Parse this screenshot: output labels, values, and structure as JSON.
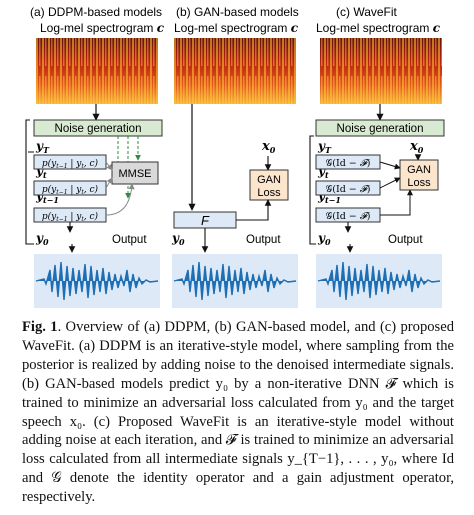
{
  "panels": [
    {
      "title": "(a) DDPM-based models",
      "spectrogram_label": "Log-mel spectrogram",
      "spectrogram_symbol": "c",
      "noise_label": "Noise generation",
      "states": [
        "y_T",
        "y_t",
        "y_{t−1}",
        "y_0"
      ],
      "steps": [
        "p(y_{t−1} | y_t, c)",
        "p(y_{t−1} | y_t, c)",
        "p(y_{t−1} | y_t, c)"
      ],
      "loss_label": "MMSE",
      "output_label": "Output"
    },
    {
      "title": "(b) GAN-based models",
      "spectrogram_label": "Log-mel spectrogram",
      "spectrogram_symbol": "c",
      "target_symbol": "x_0",
      "loss_label_1": "GAN",
      "loss_label_2": "Loss",
      "model_symbol": "F",
      "state": "y_0",
      "output_label": "Output"
    },
    {
      "title": "(c) WaveFit",
      "spectrogram_label": "Log-mel spectrogram",
      "spectrogram_symbol": "c",
      "noise_label": "Noise generation",
      "target_symbol": "x_0",
      "loss_label_1": "GAN",
      "loss_label_2": "Loss",
      "states": [
        "y_T",
        "y_t",
        "y_{t−1}",
        "y_0"
      ],
      "steps": [
        "G(Id − F)",
        "G(Id − F)",
        "G(Id − F)"
      ],
      "output_label": "Output"
    }
  ],
  "colors": {
    "noise_box": "#d9ead3",
    "step_box": "#dde9f7",
    "loss_box": "#fbe5cd",
    "mmse_box": "#d9d9d9",
    "waveform": "#1f6fb4",
    "dashed_arrow": "#2e8b3e"
  },
  "caption": {
    "label": "Fig. 1",
    "text": ". Overview of (a) DDPM, (b) GAN-based model, and (c) proposed WaveFit. (a) DDPM is an iterative-style model, where sampling from the posterior is realized by adding noise to the denoised intermediate signals. (b) GAN-based models predict y₀ by a non-iterative DNN 𝓕 which is trained to minimize an adversarial loss calculated from y₀ and the target speech x₀. (c) Proposed WaveFit is an iterative-style model without adding noise at each iteration, and 𝓕 is trained to minimize an adversarial loss calculated from all intermediate signals y_{T−1}, . . . , y₀, where Id and 𝒢 denote the identity operator and a gain adjustment operator, respectively."
  }
}
